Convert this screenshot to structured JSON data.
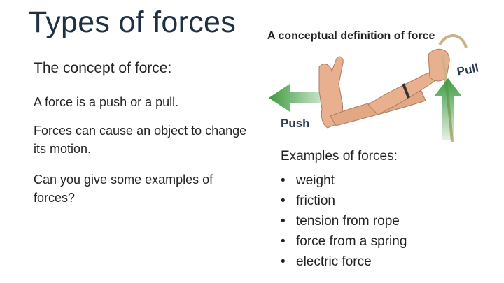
{
  "slide": {
    "title": "Types of forces",
    "subtitle": "The concept of force:",
    "paragraphs": [
      "A force is a push or a pull.",
      "Forces can cause an object to change its motion.",
      "Can you give some examples of forces?"
    ]
  },
  "figure": {
    "title": "A conceptual definition of force",
    "push_label": "Push",
    "pull_label": "Pull",
    "arrow_color": "#3d9b3f",
    "skin_color": "#e8b08e",
    "rope_color": "#c9b48a"
  },
  "examples": {
    "heading": "Examples of forces:",
    "bullet": "•",
    "items": [
      "weight",
      "friction",
      "tension from rope",
      "force from a spring",
      "electric force"
    ]
  }
}
